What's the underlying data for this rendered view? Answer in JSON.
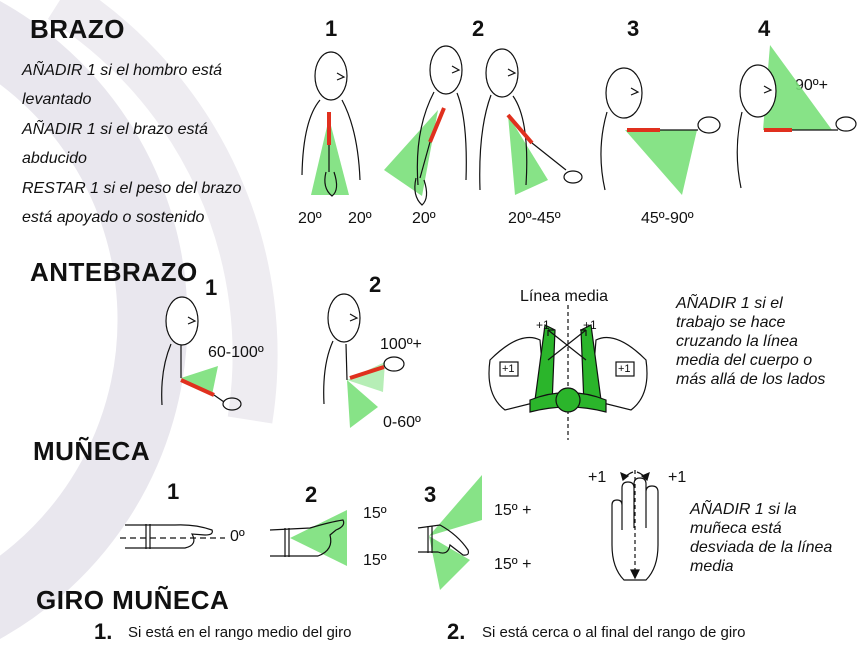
{
  "colors": {
    "green": "#7ae07a",
    "red": "#e0301e",
    "ink": "#111111",
    "bg_arc": "#e9e7ee"
  },
  "brazo": {
    "title": "BRAZO",
    "notes": [
      "AÑADIR 1 si el hombro está",
      "levantado",
      "AÑADIR 1 si el brazo está",
      "abducido",
      "RESTAR 1 si el peso del brazo",
      "está apoyado o sostenido"
    ],
    "positions": [
      {
        "num": "1",
        "labels": [
          "20º",
          "20º"
        ]
      },
      {
        "num": "2",
        "labels": [
          "20º",
          "20º-45º"
        ]
      },
      {
        "num": "3",
        "labels": [
          "45º-90º"
        ]
      },
      {
        "num": "4",
        "labels": [
          "90º+"
        ]
      }
    ]
  },
  "antebrazo": {
    "title": "ANTEBRAZO",
    "positions": [
      {
        "num": "1",
        "labels": [
          "60-100º"
        ]
      },
      {
        "num": "2",
        "labels": [
          "100º+",
          "0-60º"
        ]
      }
    ],
    "midline_label": "Línea media",
    "plus_labels": [
      "+1",
      "+1",
      "+1",
      "+1"
    ],
    "note": "AÑADIR 1 si el trabajo se hace cruzando la línea media del cuerpo o más allá de los lados"
  },
  "muneca": {
    "title": "MUÑECA",
    "positions": [
      {
        "num": "1",
        "labels": [
          "0º"
        ]
      },
      {
        "num": "2",
        "labels": [
          "15º",
          "15º"
        ]
      },
      {
        "num": "3",
        "labels": [
          "15º +",
          "15º +"
        ]
      }
    ],
    "plus_labels": [
      "+1",
      "+1"
    ],
    "note": "AÑADIR 1 si la muñeca está desviada de la línea media"
  },
  "giro": {
    "title": "GIRO MUÑECA",
    "items": [
      {
        "num": "1.",
        "text": "Si está en el rango medio del giro"
      },
      {
        "num": "2.",
        "text": "Si está cerca o al final del rango de giro"
      }
    ]
  }
}
